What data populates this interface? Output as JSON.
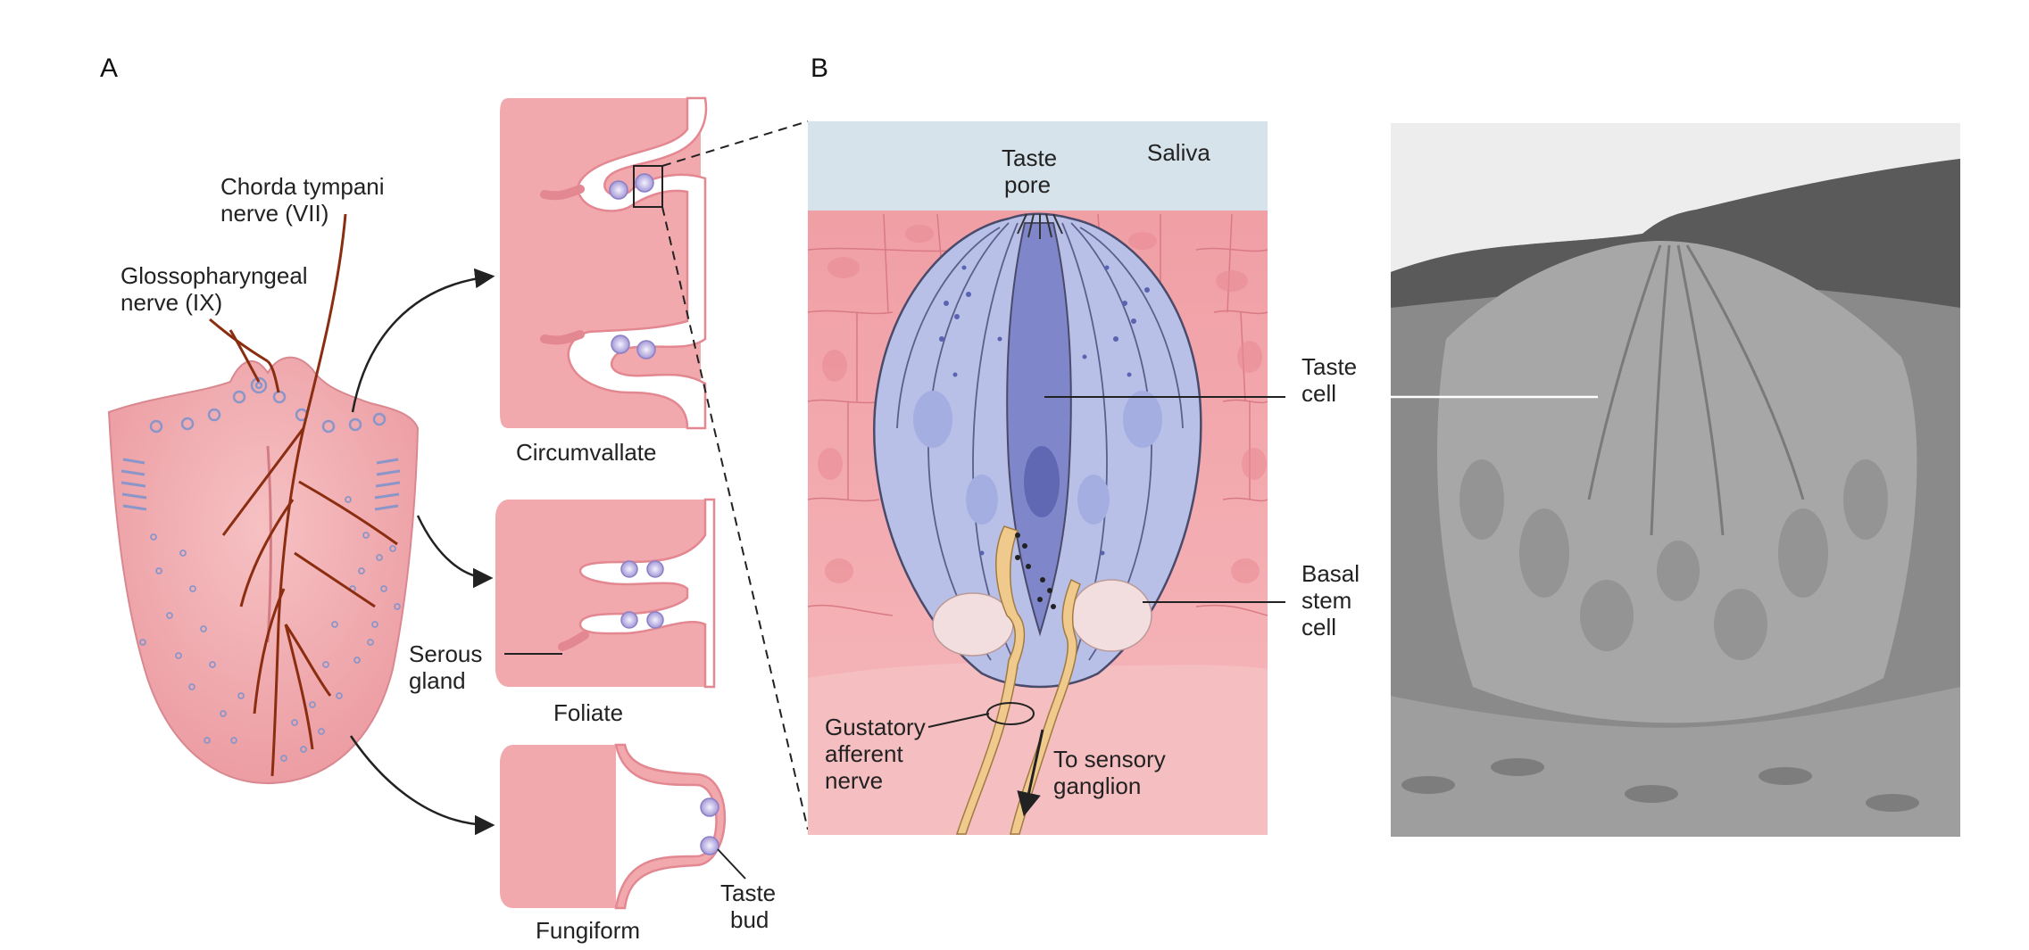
{
  "panel_a": {
    "letter": "A",
    "nerves": {
      "chorda_line1": "Chorda tympani",
      "chorda_line2": "nerve (VII)",
      "glosso_line1": "Glossopharyngeal",
      "glosso_line2": "nerve (IX)"
    },
    "papillae": {
      "circumvallate": "Circumvallate",
      "foliate": "Foliate",
      "fungiform": "Fungiform"
    },
    "serous_line1": "Serous",
    "serous_line2": "gland",
    "taste_bud_line1": "Taste",
    "taste_bud_line2": "bud"
  },
  "panel_b": {
    "letter": "B",
    "saliva": "Saliva",
    "pore_line1": "Taste",
    "pore_line2": "pore",
    "gustatory_line1": "Gustatory",
    "gustatory_line2": "afferent",
    "gustatory_line3": "nerve",
    "ganglion_line1": "To sensory",
    "ganglion_line2": "ganglion",
    "taste_cell_line1": "Taste",
    "taste_cell_line2": "cell",
    "basal_line1": "Basal",
    "basal_line2": "stem",
    "basal_line3": "cell"
  },
  "colors": {
    "tissue": "#f2a9ae",
    "tissue_dark": "#e8888f",
    "taste_bud": "#b8c0e8",
    "taste_cell": "#7f86c9",
    "nerve": "#8b2d10",
    "afferent": "#f0c98c",
    "saliva": "#d6e3ea"
  }
}
